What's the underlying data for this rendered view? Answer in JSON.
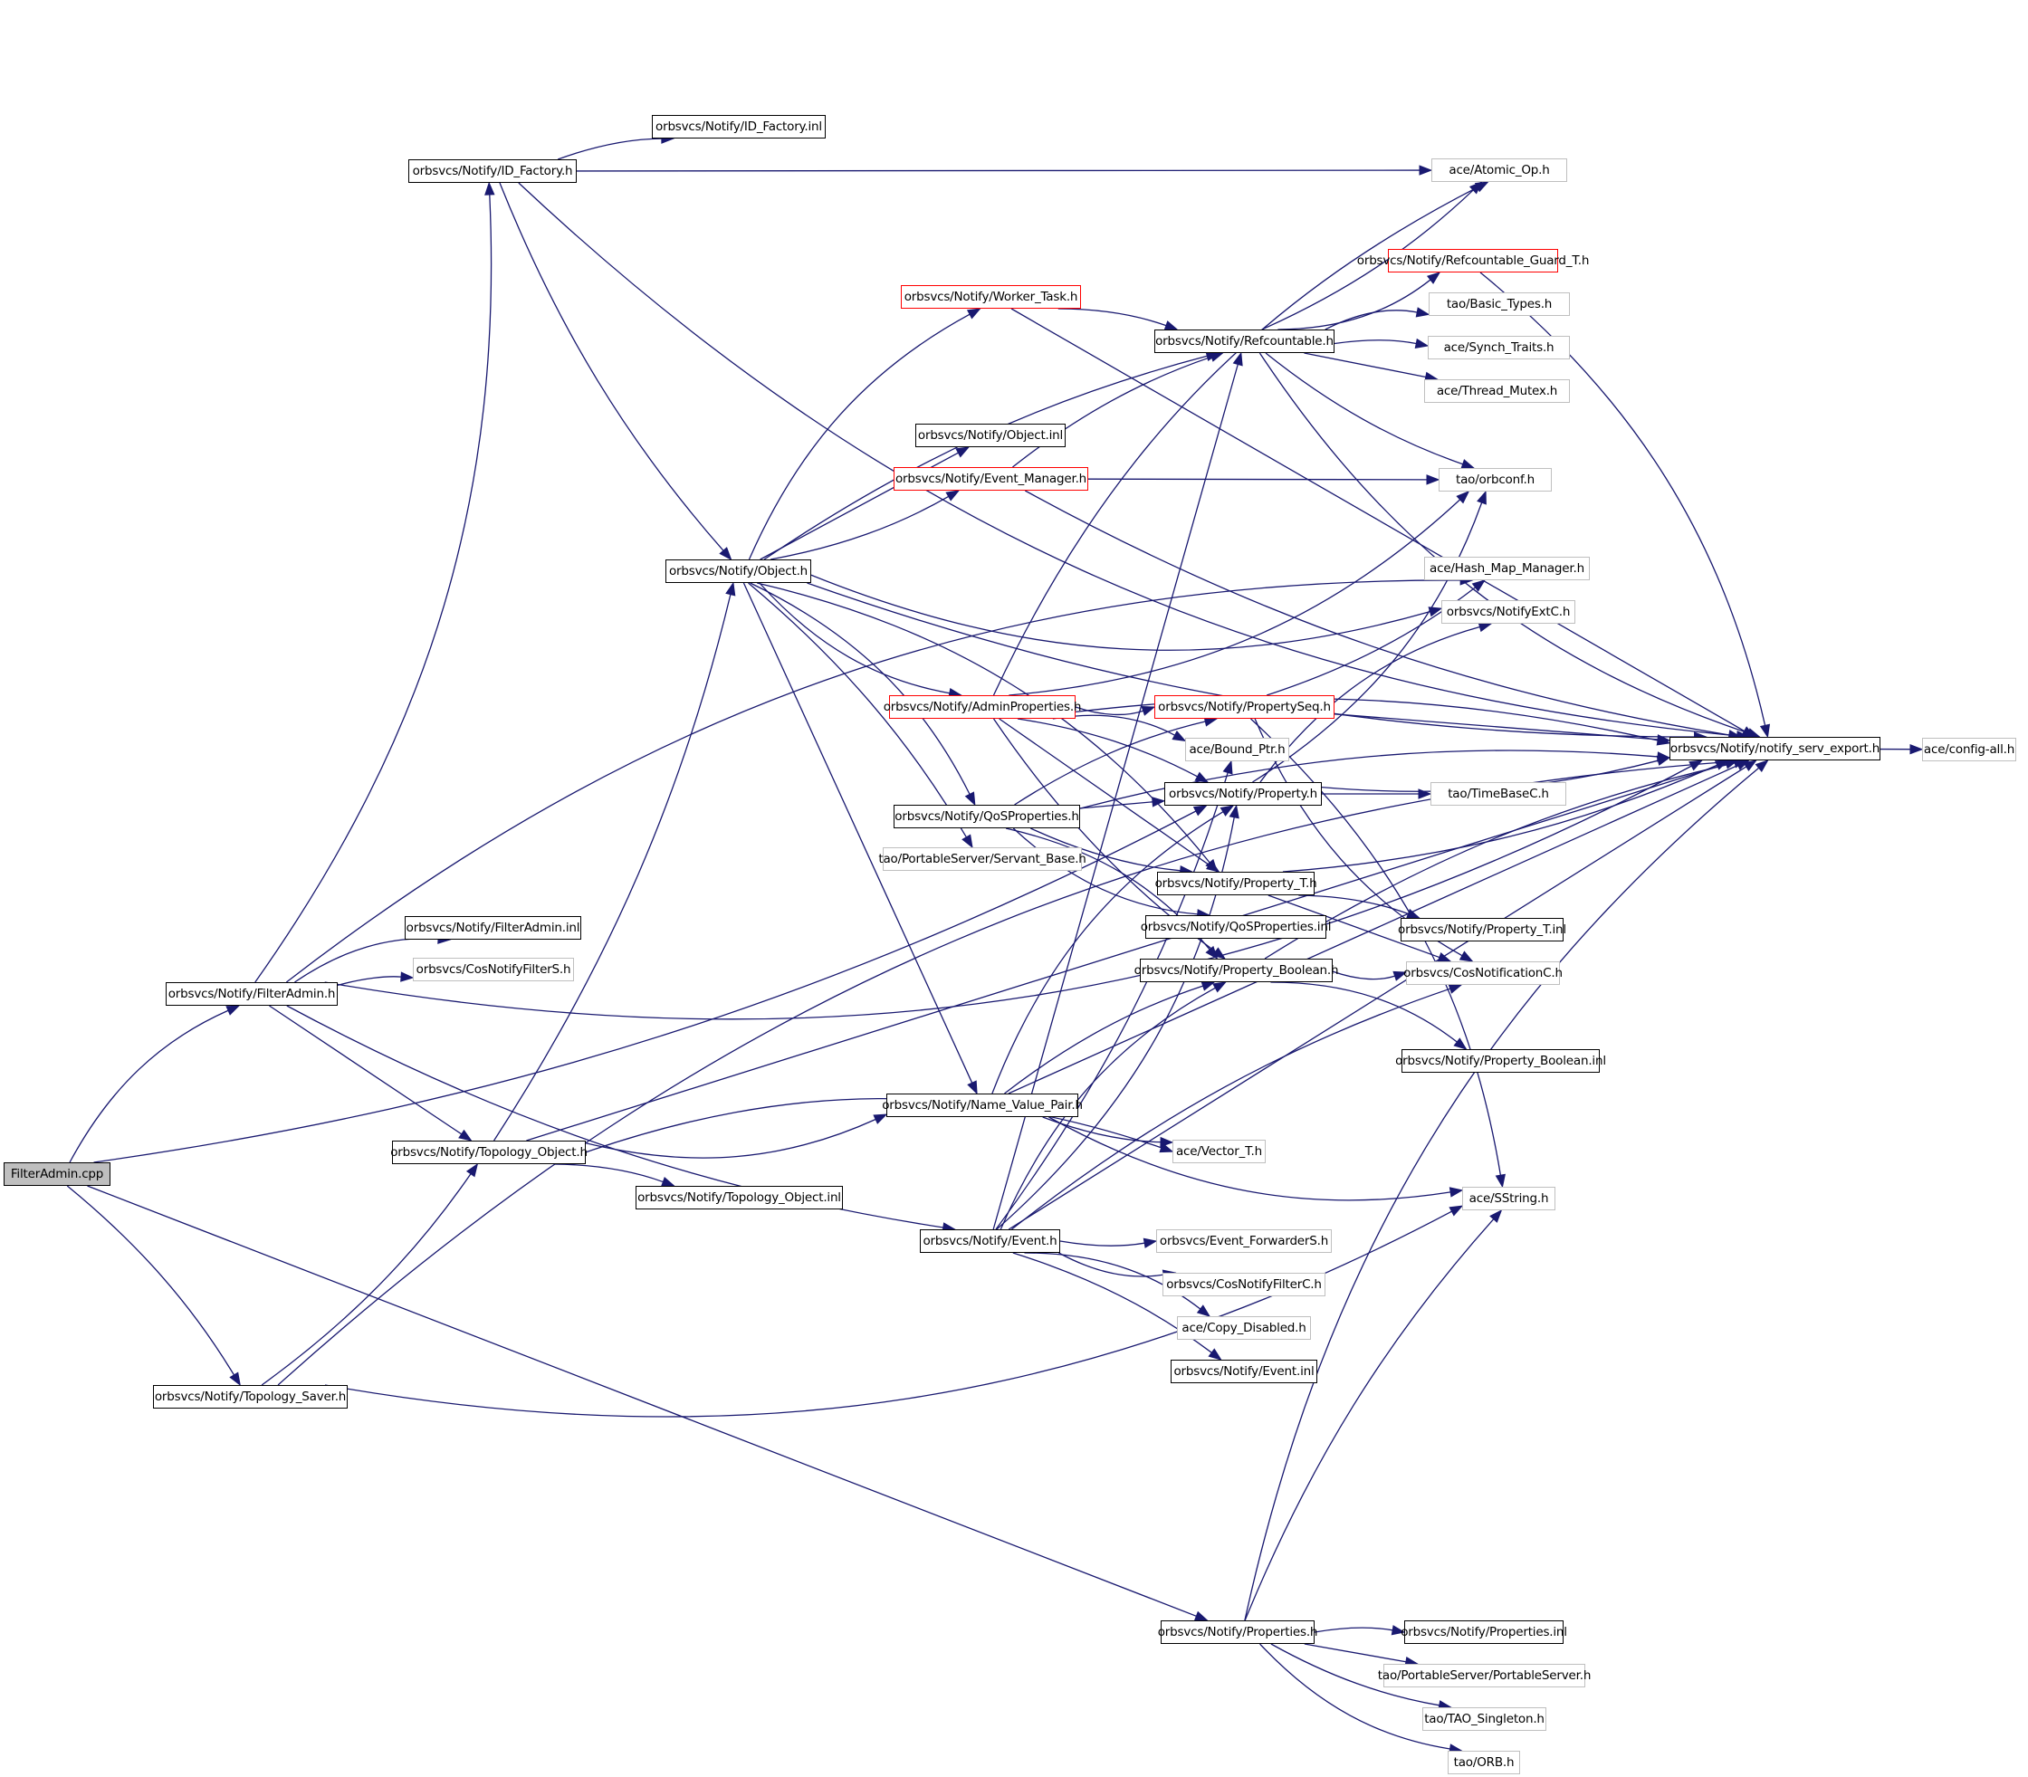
{
  "title": "FilterAdmin.cpp include dependency graph",
  "colors": {
    "edge": "#191970",
    "documented_border": "#000000",
    "external_border": "#bfbfbf",
    "truncated_border": "#ff0000",
    "root_fill": "#bfbfbf"
  },
  "nodes": [
    {
      "id": "root",
      "label": "FilterAdmin.cpp",
      "kind": "root"
    },
    {
      "id": "id_factory_h",
      "label": "orbsvcs/Notify/ID_Factory.h",
      "kind": "documented"
    },
    {
      "id": "id_factory_inl",
      "label": "orbsvcs/Notify/ID_Factory.inl",
      "kind": "documented"
    },
    {
      "id": "atomic_op",
      "label": "ace/Atomic_Op.h",
      "kind": "external"
    },
    {
      "id": "refcountable_guard",
      "label": "orbsvcs/Notify/Refcountable_Guard_T.h",
      "kind": "truncated"
    },
    {
      "id": "worker_task",
      "label": "orbsvcs/Notify/Worker_Task.h",
      "kind": "truncated"
    },
    {
      "id": "refcountable",
      "label": "orbsvcs/Notify/Refcountable.h",
      "kind": "documented"
    },
    {
      "id": "basic_types",
      "label": "tao/Basic_Types.h",
      "kind": "external"
    },
    {
      "id": "synch_traits",
      "label": "ace/Synch_Traits.h",
      "kind": "external"
    },
    {
      "id": "thread_mutex",
      "label": "ace/Thread_Mutex.h",
      "kind": "external"
    },
    {
      "id": "object_inl",
      "label": "orbsvcs/Notify/Object.inl",
      "kind": "documented"
    },
    {
      "id": "event_manager",
      "label": "orbsvcs/Notify/Event_Manager.h",
      "kind": "truncated"
    },
    {
      "id": "orbconf",
      "label": "tao/orbconf.h",
      "kind": "external"
    },
    {
      "id": "object_h",
      "label": "orbsvcs/Notify/Object.h",
      "kind": "documented"
    },
    {
      "id": "hash_map_manager",
      "label": "ace/Hash_Map_Manager.h",
      "kind": "external"
    },
    {
      "id": "notifyextc",
      "label": "orbsvcs/NotifyExtC.h",
      "kind": "external"
    },
    {
      "id": "admin_properties",
      "label": "orbsvcs/Notify/AdminProperties.h",
      "kind": "truncated"
    },
    {
      "id": "property_seq",
      "label": "orbsvcs/Notify/PropertySeq.h",
      "kind": "truncated"
    },
    {
      "id": "bound_ptr",
      "label": "ace/Bound_Ptr.h",
      "kind": "external"
    },
    {
      "id": "notify_serv_export",
      "label": "orbsvcs/Notify/notify_serv_export.h",
      "kind": "documented"
    },
    {
      "id": "config_all",
      "label": "ace/config-all.h",
      "kind": "external"
    },
    {
      "id": "property_h",
      "label": "orbsvcs/Notify/Property.h",
      "kind": "documented"
    },
    {
      "id": "timebasec",
      "label": "tao/TimeBaseC.h",
      "kind": "external"
    },
    {
      "id": "qos_properties",
      "label": "orbsvcs/Notify/QoSProperties.h",
      "kind": "documented"
    },
    {
      "id": "servant_base",
      "label": "tao/PortableServer/Servant_Base.h",
      "kind": "external"
    },
    {
      "id": "property_t_h",
      "label": "orbsvcs/Notify/Property_T.h",
      "kind": "documented"
    },
    {
      "id": "qos_properties_inl",
      "label": "orbsvcs/Notify/QoSProperties.inl",
      "kind": "documented"
    },
    {
      "id": "property_t_inl",
      "label": "orbsvcs/Notify/Property_T.inl",
      "kind": "documented"
    },
    {
      "id": "filter_admin_inl",
      "label": "orbsvcs/Notify/FilterAdmin.inl",
      "kind": "documented"
    },
    {
      "id": "cos_notify_filter_s",
      "label": "orbsvcs/CosNotifyFilterS.h",
      "kind": "external"
    },
    {
      "id": "property_boolean_h",
      "label": "orbsvcs/Notify/Property_Boolean.h",
      "kind": "documented"
    },
    {
      "id": "cos_notification_c",
      "label": "orbsvcs/CosNotificationC.h",
      "kind": "external"
    },
    {
      "id": "filter_admin_h",
      "label": "orbsvcs/Notify/FilterAdmin.h",
      "kind": "documented"
    },
    {
      "id": "property_boolean_inl",
      "label": "orbsvcs/Notify/Property_Boolean.inl",
      "kind": "documented"
    },
    {
      "id": "name_value_pair",
      "label": "orbsvcs/Notify/Name_Value_Pair.h",
      "kind": "documented"
    },
    {
      "id": "topology_object_h",
      "label": "orbsvcs/Notify/Topology_Object.h",
      "kind": "documented"
    },
    {
      "id": "vector_t",
      "label": "ace/Vector_T.h",
      "kind": "external"
    },
    {
      "id": "topology_object_inl",
      "label": "orbsvcs/Notify/Topology_Object.inl",
      "kind": "documented"
    },
    {
      "id": "sstring",
      "label": "ace/SString.h",
      "kind": "external"
    },
    {
      "id": "event_h",
      "label": "orbsvcs/Notify/Event.h",
      "kind": "documented"
    },
    {
      "id": "event_forwarder_s",
      "label": "orbsvcs/Event_ForwarderS.h",
      "kind": "external"
    },
    {
      "id": "cos_notify_filter_c",
      "label": "orbsvcs/CosNotifyFilterC.h",
      "kind": "external"
    },
    {
      "id": "copy_disabled",
      "label": "ace/Copy_Disabled.h",
      "kind": "external"
    },
    {
      "id": "event_inl",
      "label": "orbsvcs/Notify/Event.inl",
      "kind": "documented"
    },
    {
      "id": "topology_saver",
      "label": "orbsvcs/Notify/Topology_Saver.h",
      "kind": "documented"
    },
    {
      "id": "properties_h",
      "label": "orbsvcs/Notify/Properties.h",
      "kind": "documented"
    },
    {
      "id": "properties_inl",
      "label": "orbsvcs/Notify/Properties.inl",
      "kind": "documented"
    },
    {
      "id": "portable_server",
      "label": "tao/PortableServer/PortableServer.h",
      "kind": "external"
    },
    {
      "id": "tao_singleton",
      "label": "tao/TAO_Singleton.h",
      "kind": "external"
    },
    {
      "id": "orb_h",
      "label": "tao/ORB.h",
      "kind": "external"
    }
  ],
  "edges": [
    [
      "root",
      "filter_admin_h"
    ],
    [
      "root",
      "topology_saver"
    ],
    [
      "root",
      "properties_h"
    ],
    [
      "root",
      "property_h"
    ],
    [
      "filter_admin_h",
      "id_factory_h"
    ],
    [
      "filter_admin_h",
      "filter_admin_inl"
    ],
    [
      "filter_admin_h",
      "cos_notify_filter_s"
    ],
    [
      "filter_admin_h",
      "topology_object_h"
    ],
    [
      "filter_admin_h",
      "event_h"
    ],
    [
      "filter_admin_h",
      "notify_serv_export"
    ],
    [
      "filter_admin_h",
      "hash_map_manager"
    ],
    [
      "id_factory_h",
      "id_factory_inl"
    ],
    [
      "id_factory_h",
      "atomic_op"
    ],
    [
      "id_factory_h",
      "object_h"
    ],
    [
      "id_factory_h",
      "notify_serv_export"
    ],
    [
      "object_h",
      "worker_task"
    ],
    [
      "object_h",
      "refcountable"
    ],
    [
      "object_h",
      "object_inl"
    ],
    [
      "object_h",
      "event_manager"
    ],
    [
      "object_h",
      "admin_properties"
    ],
    [
      "object_h",
      "qos_properties"
    ],
    [
      "object_h",
      "servant_base"
    ],
    [
      "object_h",
      "name_value_pair"
    ],
    [
      "object_h",
      "notify_serv_export"
    ],
    [
      "object_h",
      "notifyextc"
    ],
    [
      "object_h",
      "property_t_h"
    ],
    [
      "worker_task",
      "refcountable"
    ],
    [
      "worker_task",
      "notify_serv_export"
    ],
    [
      "refcountable",
      "atomic_op"
    ],
    [
      "refcountable",
      "refcountable_guard"
    ],
    [
      "refcountable",
      "basic_types"
    ],
    [
      "refcountable",
      "synch_traits"
    ],
    [
      "refcountable",
      "thread_mutex"
    ],
    [
      "refcountable",
      "orbconf"
    ],
    [
      "refcountable",
      "notify_serv_export"
    ],
    [
      "refcountable_guard",
      "notify_serv_export"
    ],
    [
      "event_manager",
      "refcountable"
    ],
    [
      "event_manager",
      "orbconf"
    ],
    [
      "event_manager",
      "notify_serv_export"
    ],
    [
      "admin_properties",
      "property_seq"
    ],
    [
      "admin_properties",
      "bound_ptr"
    ],
    [
      "admin_properties",
      "property_h"
    ],
    [
      "admin_properties",
      "property_t_h"
    ],
    [
      "admin_properties",
      "property_boolean_h"
    ],
    [
      "admin_properties",
      "orbconf"
    ],
    [
      "admin_properties",
      "atomic_op"
    ],
    [
      "admin_properties",
      "notify_serv_export"
    ],
    [
      "property_seq",
      "notify_serv_export"
    ],
    [
      "property_seq",
      "hash_map_manager"
    ],
    [
      "property_seq",
      "cos_notification_c"
    ],
    [
      "property_seq",
      "sstring"
    ],
    [
      "qos_properties",
      "property_seq"
    ],
    [
      "qos_properties",
      "property_h"
    ],
    [
      "qos_properties",
      "property_t_h"
    ],
    [
      "qos_properties",
      "qos_properties_inl"
    ],
    [
      "qos_properties",
      "property_boolean_h"
    ],
    [
      "qos_properties",
      "notify_serv_export"
    ],
    [
      "property_h",
      "timebasec"
    ],
    [
      "property_h",
      "notify_serv_export"
    ],
    [
      "property_h",
      "orbconf"
    ],
    [
      "property_h",
      "notifyextc"
    ],
    [
      "property_t_h",
      "property_t_inl"
    ],
    [
      "property_t_h",
      "cos_notification_c"
    ],
    [
      "property_t_h",
      "notify_serv_export"
    ],
    [
      "property_boolean_h",
      "cos_notification_c"
    ],
    [
      "property_boolean_h",
      "property_boolean_inl"
    ],
    [
      "property_boolean_h",
      "notify_serv_export"
    ],
    [
      "notify_serv_export",
      "config_all"
    ],
    [
      "name_value_pair",
      "vector_t"
    ],
    [
      "name_value_pair",
      "sstring"
    ],
    [
      "name_value_pair",
      "property_h"
    ],
    [
      "name_value_pair",
      "property_boolean_h"
    ],
    [
      "name_value_pair",
      "notify_serv_export"
    ],
    [
      "topology_object_h",
      "object_h"
    ],
    [
      "topology_object_h",
      "name_value_pair"
    ],
    [
      "topology_object_h",
      "vector_t"
    ],
    [
      "topology_object_h",
      "topology_object_inl"
    ],
    [
      "topology_object_h",
      "notify_serv_export"
    ],
    [
      "event_h",
      "event_forwarder_s"
    ],
    [
      "event_h",
      "cos_notify_filter_c"
    ],
    [
      "event_h",
      "copy_disabled"
    ],
    [
      "event_h",
      "event_inl"
    ],
    [
      "event_h",
      "refcountable"
    ],
    [
      "event_h",
      "bound_ptr"
    ],
    [
      "event_h",
      "property_h"
    ],
    [
      "event_h",
      "property_boolean_h"
    ],
    [
      "event_h",
      "cos_notification_c"
    ],
    [
      "event_h",
      "notify_serv_export"
    ],
    [
      "topology_saver",
      "topology_object_h"
    ],
    [
      "topology_saver",
      "sstring"
    ],
    [
      "topology_saver",
      "notify_serv_export"
    ],
    [
      "properties_h",
      "properties_inl"
    ],
    [
      "properties_h",
      "portable_server"
    ],
    [
      "properties_h",
      "tao_singleton"
    ],
    [
      "properties_h",
      "orb_h"
    ],
    [
      "properties_h",
      "notify_serv_export"
    ],
    [
      "properties_h",
      "sstring"
    ]
  ]
}
